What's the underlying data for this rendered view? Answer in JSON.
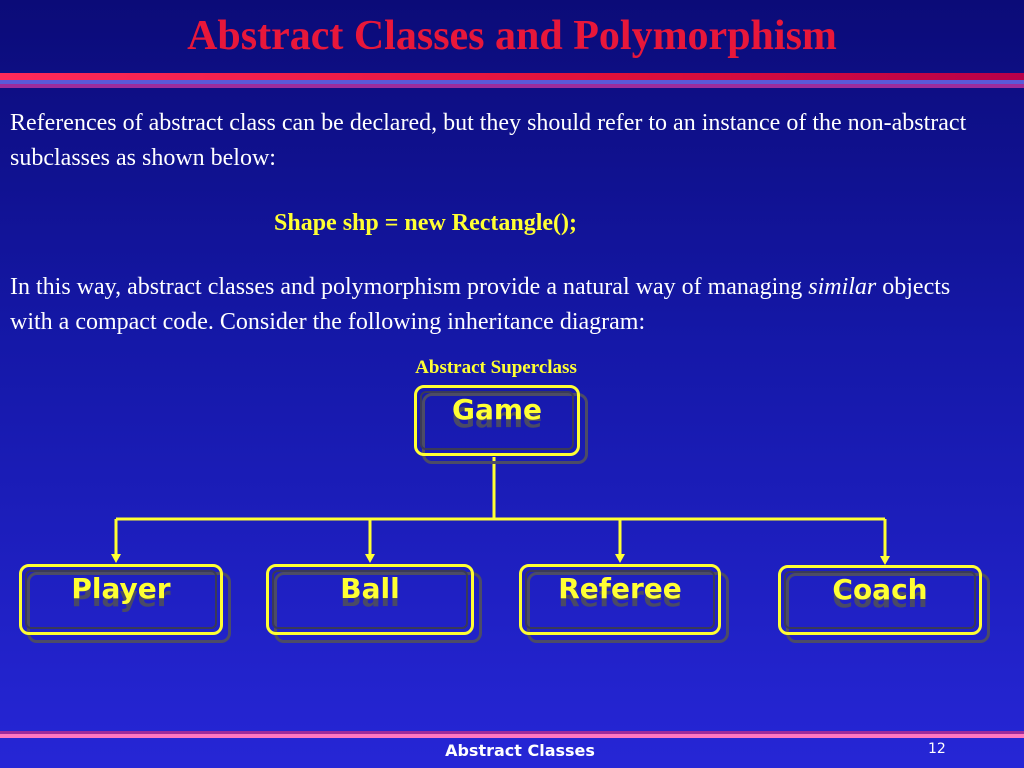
{
  "slide": {
    "title": "Abstract Classes and Polymorphism",
    "paragraph1": "References of abstract class can be declared, but they should refer to an instance of the non-abstract subclasses as shown below:",
    "code": "Shape shp = new Rectangle();",
    "paragraph2_prefix": "In this way, abstract classes and polymorphism provide a natural way of managing ",
    "paragraph2_emphasis": "similar",
    "paragraph2_suffix": " objects with a compact code. Consider the following inheritance diagram:"
  },
  "diagram": {
    "superclass_label": "Abstract Superclass",
    "root": "Game",
    "children": [
      "Player",
      "Ball",
      "Referee",
      "Coach"
    ]
  },
  "footer": {
    "title": "Abstract Classes",
    "page_number": "12"
  },
  "colors": {
    "background_top": "#0b0b78",
    "background_bottom": "#2626d6",
    "title": "#e8173a",
    "accent_yellow": "#ffff33",
    "text": "#ffffff"
  }
}
